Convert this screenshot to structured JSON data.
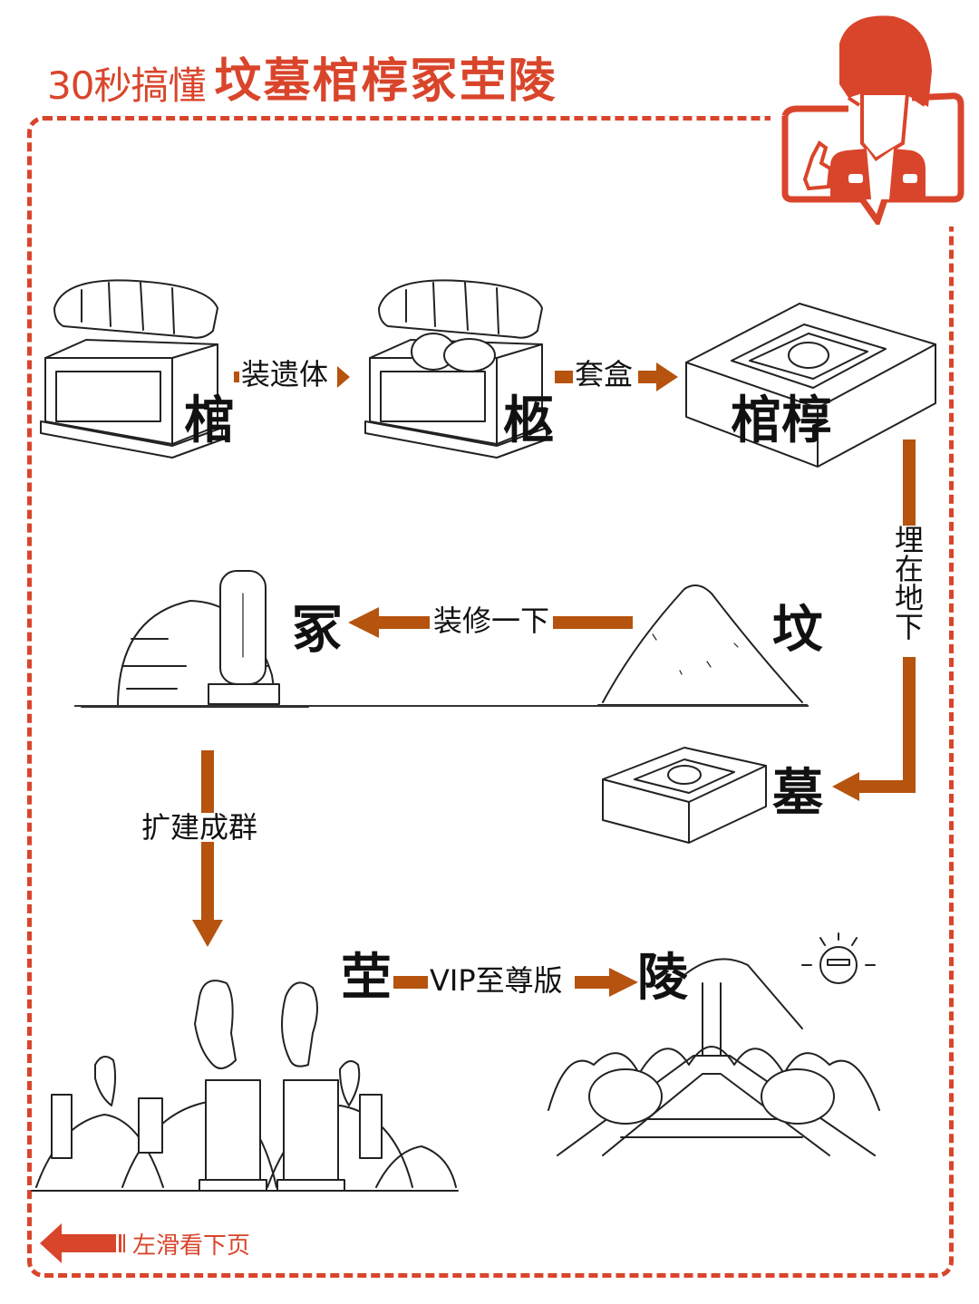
{
  "header": {
    "title_prefix": "30秒搞懂",
    "title_main": "坟墓棺椁冢茔陵"
  },
  "colors": {
    "brand": "#d9452b",
    "arrow": "#b5530f",
    "text": "#111111"
  },
  "nodes": {
    "guan": "棺",
    "jiu": "柩",
    "guanguo": "棺椁",
    "fen": "坟",
    "mu": "墓",
    "zhong": "冢",
    "ying": "茔",
    "ling": "陵"
  },
  "edges": {
    "guan_to_jiu": "装遗体",
    "jiu_to_guanguo": "套盒",
    "guanguo_to_mu": "埋在地下",
    "fen_to_zhong": "装修一下",
    "zhong_to_ying": "扩建成群",
    "ying_to_ling": "VIP至尊版"
  },
  "vertical_label": [
    "埋",
    "在",
    "地",
    "下"
  ],
  "footer": {
    "swipe_hint": "左滑看下页"
  },
  "icons": {
    "mascot": "mascot-presenter-icon",
    "swipe": "arrow-left-icon"
  }
}
